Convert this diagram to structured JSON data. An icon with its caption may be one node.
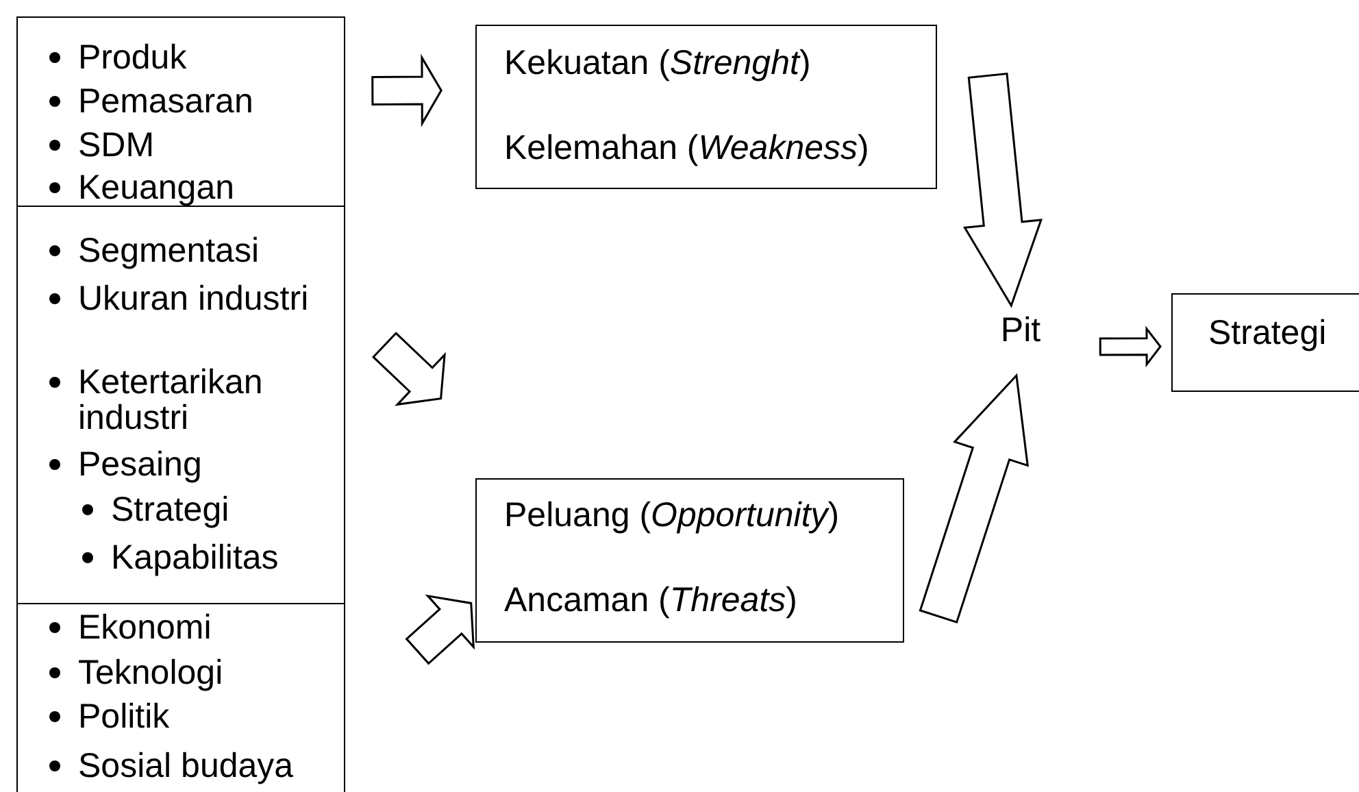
{
  "diagram": {
    "nodes": [
      {
        "text": [
          "Produk",
          "Pemasaran",
          "SDM",
          "Keuangan"
        ]
      },
      {
        "text": [
          "Segmentasi",
          "Ukuran industri",
          "Ketertarikan industri",
          "Pesaing",
          "Strategi",
          "Kapabilitas"
        ]
      },
      {
        "text": [
          "Ekonomi",
          "Teknologi",
          "Politik",
          "Sosial budaya"
        ]
      },
      {
        "text": [
          "Kekuatan (*Strenght*)",
          "Kelemahan (*Weakness*)"
        ]
      },
      {
        "text": [
          "Peluang (*Opportunity*)",
          "Ancaman (*Threats*)"
        ]
      },
      {
        "text": [
          "Pit"
        ]
      },
      {
        "text": [
          "Strategi"
        ]
      }
    ],
    "edges": [
      {
        "from": 0,
        "to": 3,
        "arrow": "to"
      },
      {
        "from": 1,
        "to": null,
        "arrow": "to"
      },
      {
        "from": 2,
        "to": 4,
        "arrow": "to"
      },
      {
        "from": 3,
        "to": 5,
        "arrow": "to"
      },
      {
        "from": 4,
        "to": 5,
        "arrow": "to"
      },
      {
        "from": 5,
        "to": 6,
        "arrow": "to"
      }
    ]
  }
}
